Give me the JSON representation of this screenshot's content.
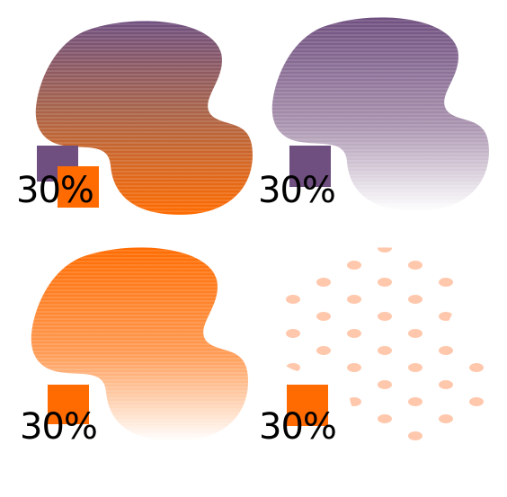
{
  "colors": {
    "purple": "#6f4f7f",
    "orange": "#ff6b00",
    "light_orange": "#ffc8ad",
    "background": "#ffffff",
    "text": "#000000"
  },
  "swatches": [
    {
      "label": "30%",
      "fill_style": "purple-to-orange gradient",
      "swatch_colors": [
        "#6f4f7f",
        "#ff6b00"
      ]
    },
    {
      "label": "30%",
      "fill_style": "purple-to-white gradient",
      "swatch_colors": [
        "#6f4f7f"
      ]
    },
    {
      "label": "30%",
      "fill_style": "orange-to-white gradient",
      "swatch_colors": [
        "#ff6b00"
      ]
    },
    {
      "label": "30%",
      "fill_style": "light orange dot pattern",
      "swatch_colors": [
        "#ff6b00"
      ]
    }
  ]
}
